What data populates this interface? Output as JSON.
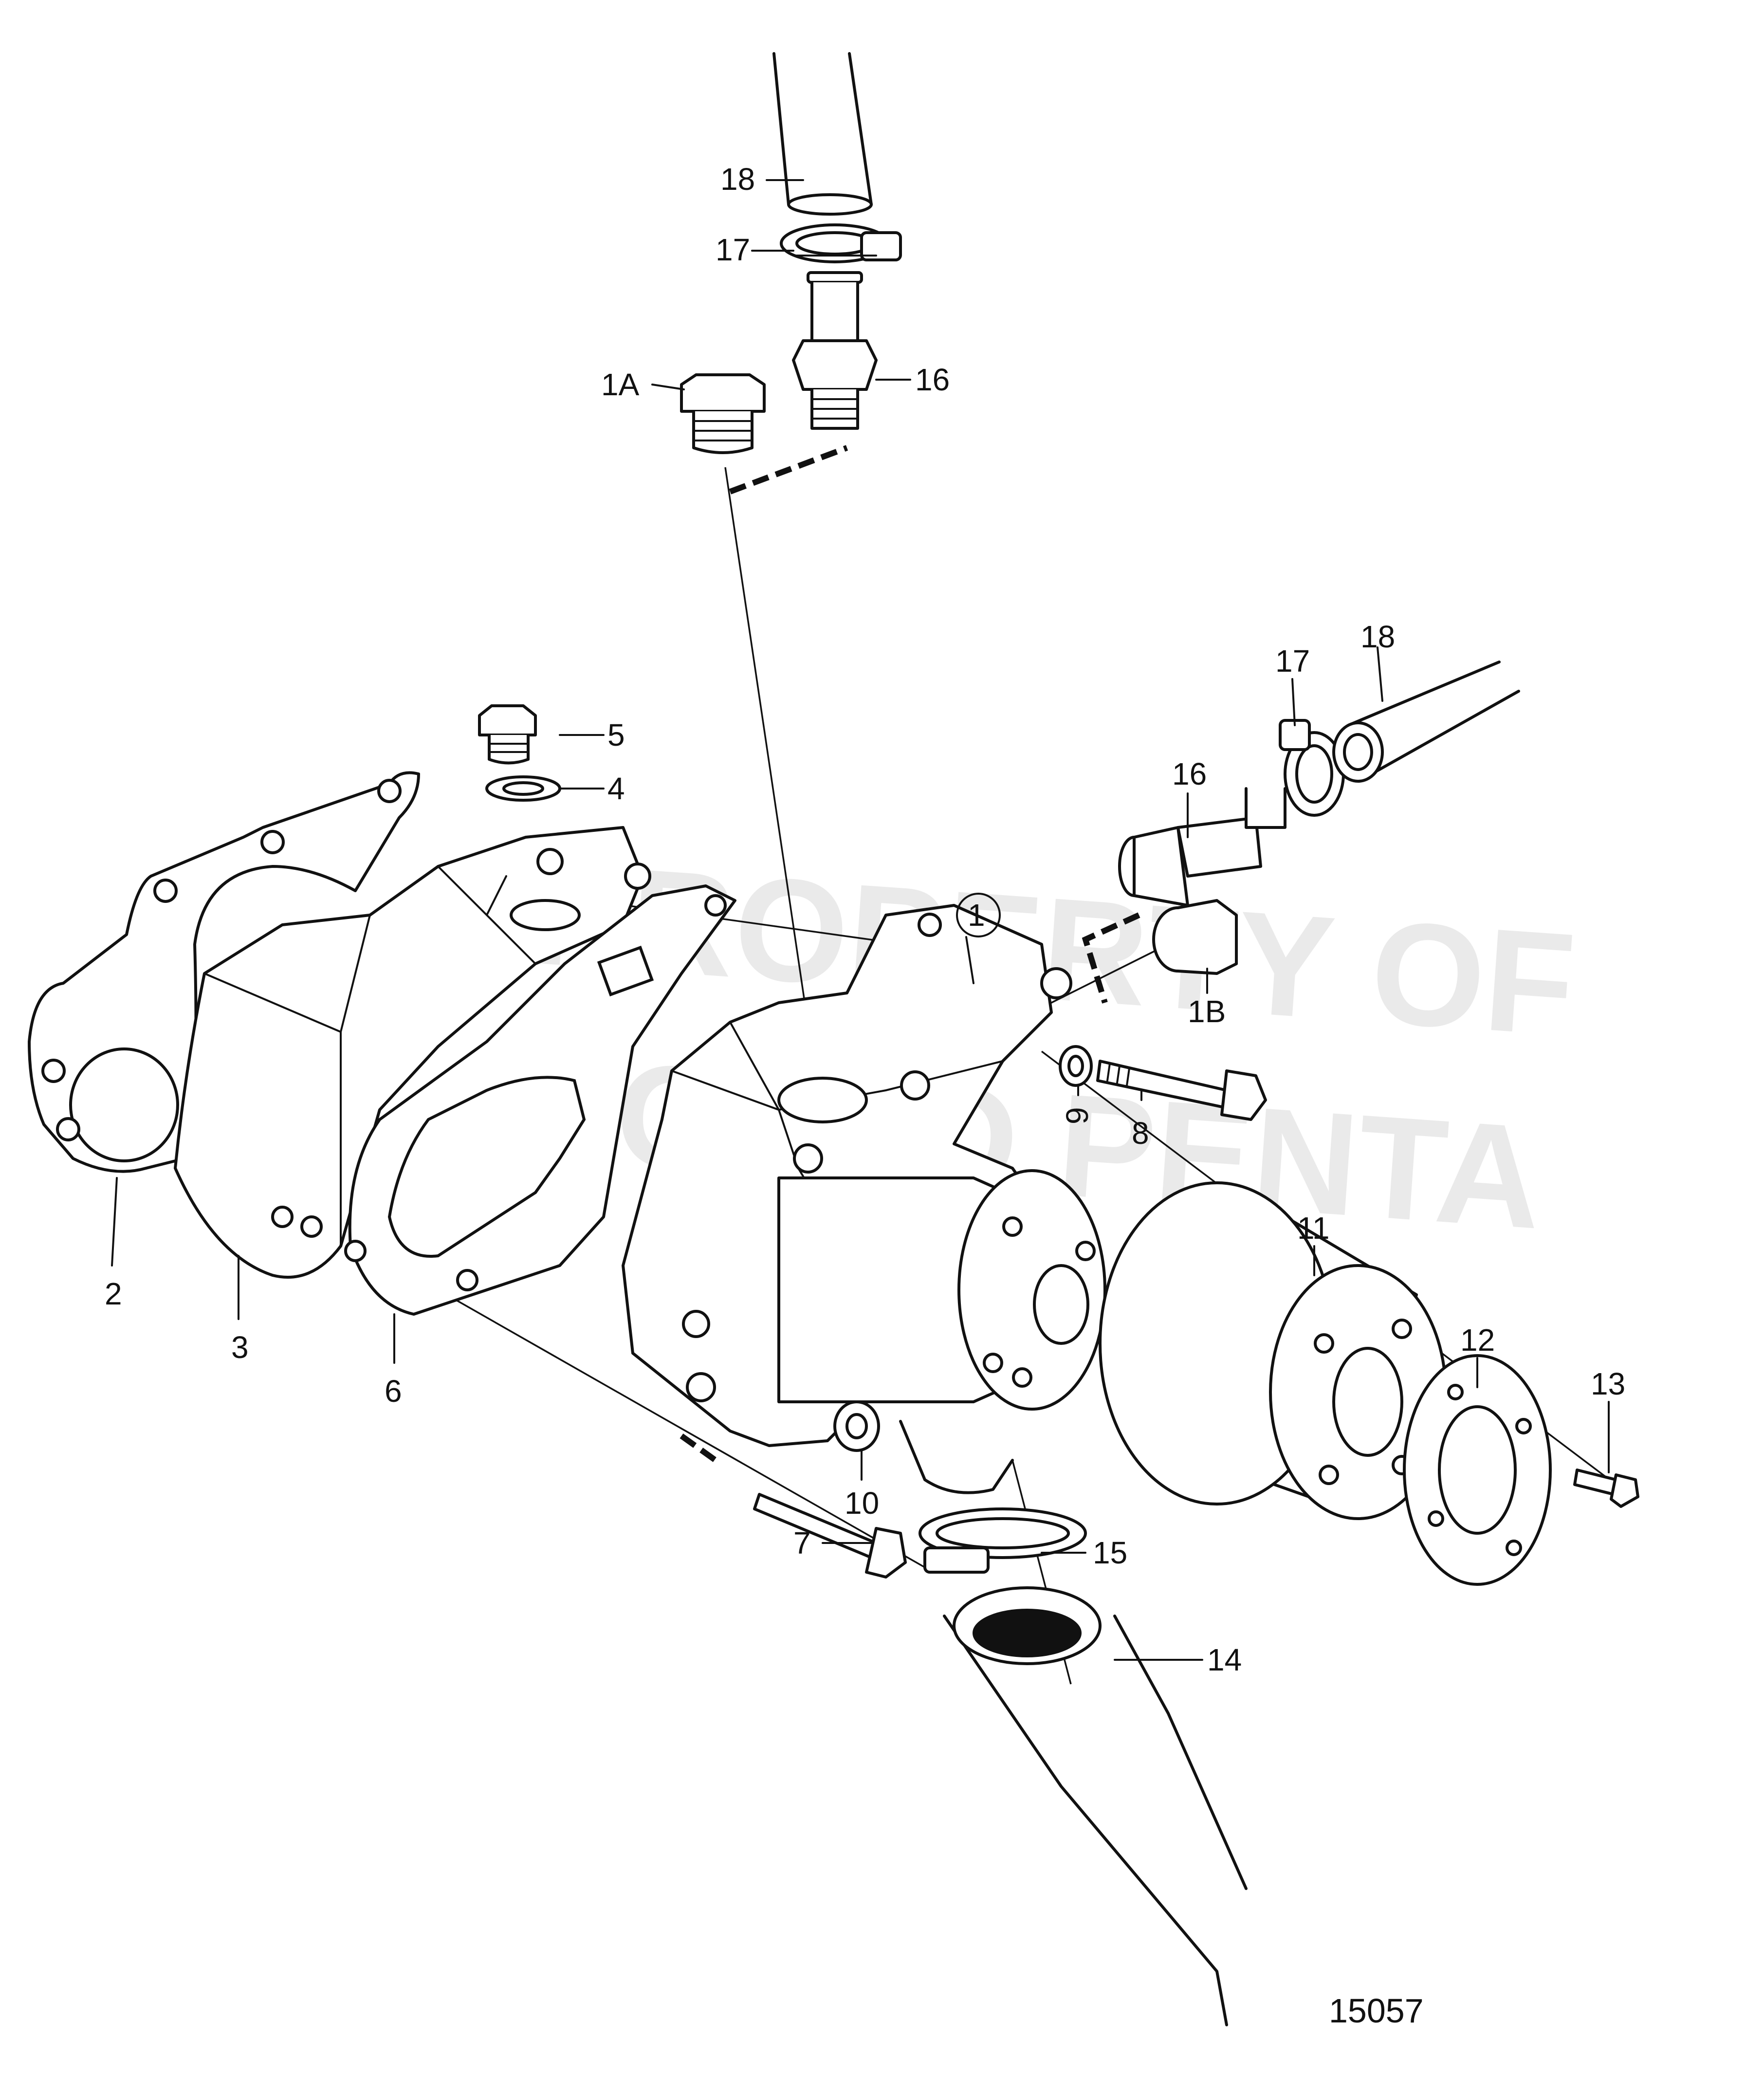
{
  "figure_number": "15057",
  "watermark": [
    "PROPERTY OF",
    "VOLVO PENTA"
  ],
  "callouts": {
    "c1": "1",
    "c1a": "1A",
    "c1b": "1B",
    "c2": "2",
    "c3": "3",
    "c4": "4",
    "c5": "5",
    "c6": "6",
    "c7": "7",
    "c8": "8",
    "c9": "9",
    "c10": "10",
    "c11": "11",
    "c12": "12",
    "c13": "13",
    "c14": "14",
    "c15": "15",
    "c16_top": "16",
    "c16_right": "16",
    "c17_top": "17",
    "c17_right": "17",
    "c18_top": "18",
    "c18_right": "18"
  },
  "colors": {
    "line": "#111111",
    "background": "#ffffff"
  }
}
